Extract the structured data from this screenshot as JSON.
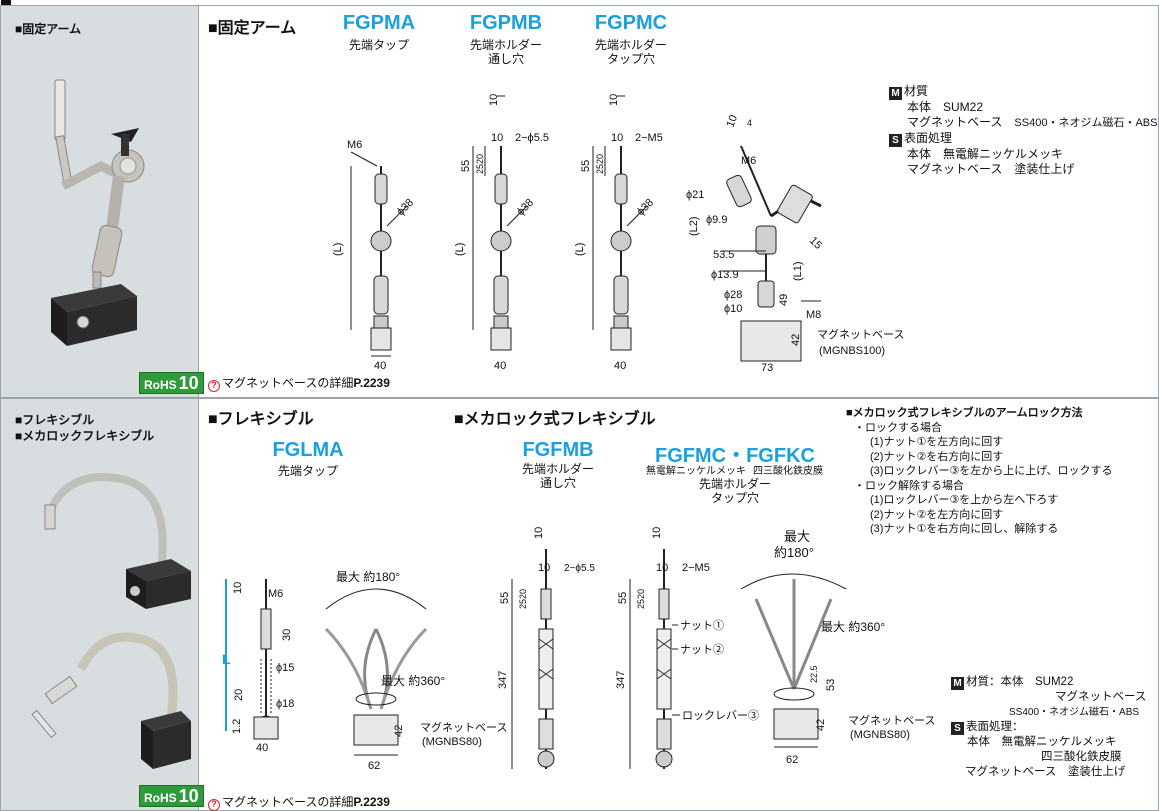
{
  "sections": [
    {
      "side_label_lines": [
        "■固定アーム"
      ],
      "rohs": {
        "text": "RoHS",
        "num": "10"
      },
      "title": "■固定アーム",
      "models": [
        {
          "code": "FGPMA",
          "desc": "先端タップ"
        },
        {
          "code": "FGPMB",
          "desc": "先端ホルダー\n通し穴"
        },
        {
          "code": "FGPMC",
          "desc": "先端ホルダー\nタップ穴"
        }
      ],
      "material": {
        "material_head": "材質",
        "lines": [
          "本体　SUM22",
          "マグネットベース"
        ],
        "line2_extra": "SS400・ネオジム磁石・ABS",
        "surface_head": "表面処理",
        "surface_lines": [
          "本体　無電解ニッケルメッキ",
          "マグネットベース　塗装仕上げ"
        ]
      },
      "ref": {
        "text": "マグネットベースの詳細",
        "page": "P.2239"
      },
      "dims": {
        "m6": "M6",
        "d38": "ϕ38",
        "L": "(L)",
        "w40": "40",
        "d10": "10",
        "d55": "55",
        "d2520": "2520",
        "hole_b": "2−ϕ5.5",
        "hole_c": "2−M5",
        "base": "マグネットベース",
        "base_model": "(MGNBS100)",
        "d21": "ϕ21",
        "d99": "ϕ9.9",
        "d535": "53.5",
        "d139": "ϕ13.9",
        "d28": "ϕ28",
        "d10b": "ϕ10",
        "d49": "49",
        "m8": "M8",
        "d42": "42",
        "d73": "73",
        "d15": "15",
        "L2": "(L2)",
        "L1": "(L1)",
        "d4": "4",
        "d10c": "10"
      },
      "badges": {
        "m": "M",
        "s": "S"
      }
    },
    {
      "side_label_lines": [
        "■フレキシブル",
        "■メカロックフレキシブル"
      ],
      "rohs": {
        "text": "RoHS",
        "num": "10"
      },
      "title_flex": "■フレキシブル",
      "title_meca": "■メカロック式フレキシブル",
      "models": [
        {
          "code": "FGLMA",
          "desc": "先端タップ"
        },
        {
          "code": "FGFMB",
          "desc": "先端ホルダー\n通し穴"
        },
        {
          "code": "FGFMC・FGFKC",
          "desc": "先端ホルダー\nタップ穴"
        }
      ],
      "fgfmc_notes": {
        "left": "無電解ニッケルメッキ",
        "right": "四三酸化鉄皮膜"
      },
      "lock_method": {
        "title": "■メカロック式フレキシブルのアームロック方法",
        "lines": [
          "・ロックする場合",
          "(1)ナット①を左方向に回す",
          "(2)ナット②を右方向に回す",
          "(3)ロックレバー③を左から上に上げ、ロックする",
          "・ロック解除する場合",
          "(1)ロックレバー③を上から左へ下ろす",
          "(2)ナット②を左方向に回す",
          "(3)ナット①を右方向に回し、解除する"
        ]
      },
      "material": {
        "line1": "材質：本体　SUM22",
        "line2": "マグネットベース",
        "line3": "SS400・ネオジム磁石・ABS",
        "line4": "表面処理：",
        "line5": "本体　無電解ニッケルメッキ",
        "line6": "四三酸化鉄皮膜",
        "line7": "マグネットベース　塗装仕上げ"
      },
      "ref": {
        "text": "マグネットベースの詳細",
        "page": "P.2239"
      },
      "dims": {
        "max180": "最大 約180°",
        "max360": "最大 約360°",
        "max_top": "最大",
        "approx180": "約180°",
        "m6": "M6",
        "d10": "10",
        "d30": "30",
        "d15": "ϕ15",
        "d18": "ϕ18",
        "d20": "20",
        "d12": "1.2",
        "d40": "40",
        "L": "L",
        "d42": "42",
        "d62": "62",
        "base": "マグネットベース",
        "base_model": "(MGNBS80)",
        "hole_b": "2−ϕ5.5",
        "hole_c": "2−M5",
        "d55": "55",
        "d2520": "2520",
        "d347": "347",
        "nut1": "ナット①",
        "nut2": "ナット②",
        "lever": "ロックレバー③",
        "d53": "53",
        "d225": "22.5"
      }
    }
  ]
}
